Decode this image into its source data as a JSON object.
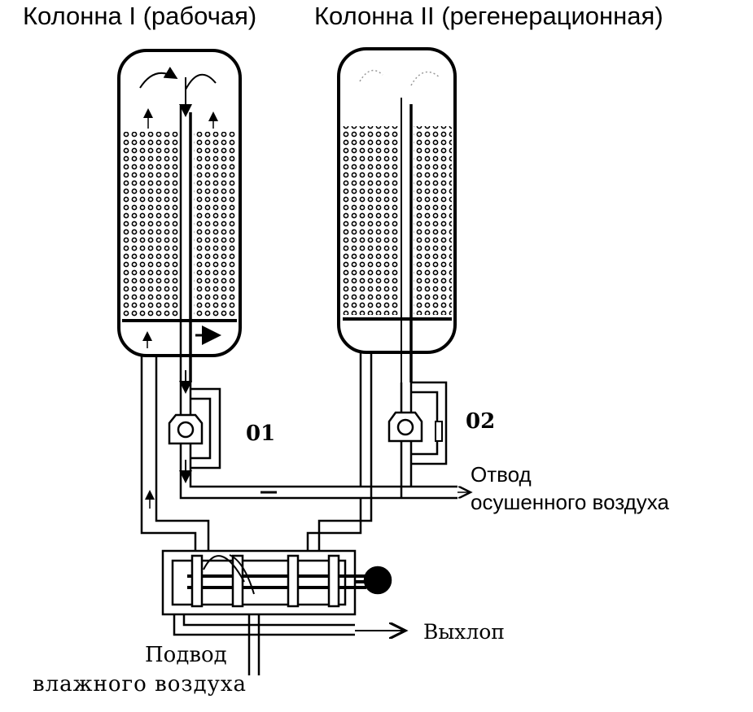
{
  "titles": {
    "column1": "Колонна I (рабочая)",
    "column2": "Колонна II (регенерационная)"
  },
  "labels": {
    "valve1": "01",
    "valve2": "02",
    "outlet_line1": "Отвод",
    "outlet_line2": "осушенного воздуха",
    "exhaust": "Выхлоп",
    "inlet_line1": "Подвод",
    "inlet_line2": "влажного воздуха"
  },
  "colors": {
    "ink": "#000000",
    "paper": "#ffffff"
  }
}
